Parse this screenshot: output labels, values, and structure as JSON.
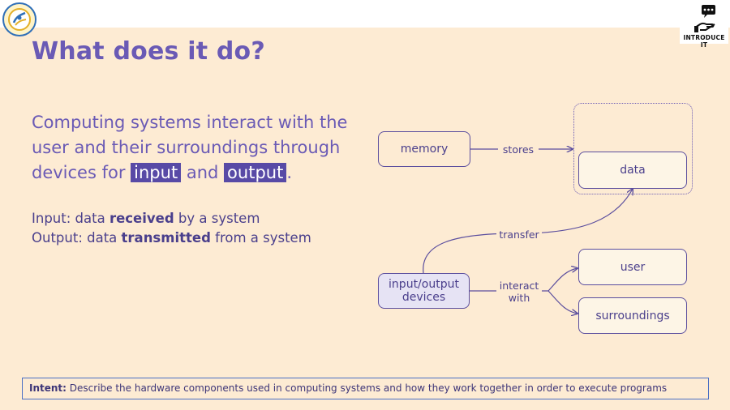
{
  "header": {
    "brand_label": "INTRODUCE IT"
  },
  "title": "What does it do?",
  "intro": {
    "text_before": "Computing systems interact with the user and their surroundings through devices for ",
    "chip_input": "input",
    "text_and": " and ",
    "chip_output": "output",
    "text_end": "."
  },
  "definitions": [
    {
      "prefix": "Input: data ",
      "bold": "received",
      "suffix": " by a system"
    },
    {
      "prefix": "Output: data ",
      "bold": "transmitted",
      "suffix": " from a system"
    }
  ],
  "diagram": {
    "memory": "memory",
    "stores": "stores",
    "data": "data",
    "transfer": "transfer",
    "io_line1": "input/output",
    "io_line2": "devices",
    "interact_line1": "interact",
    "interact_line2": "with",
    "user": "user",
    "surroundings": "surroundings"
  },
  "intent": {
    "label": "Intent:",
    "text": " Describe the hardware components used in computing systems and how they work together in order to execute programs"
  },
  "colors": {
    "background": "#fdebd3",
    "accent": "#6a5ab5",
    "chip": "#584aa6",
    "intent_border": "#4a6fc4"
  }
}
